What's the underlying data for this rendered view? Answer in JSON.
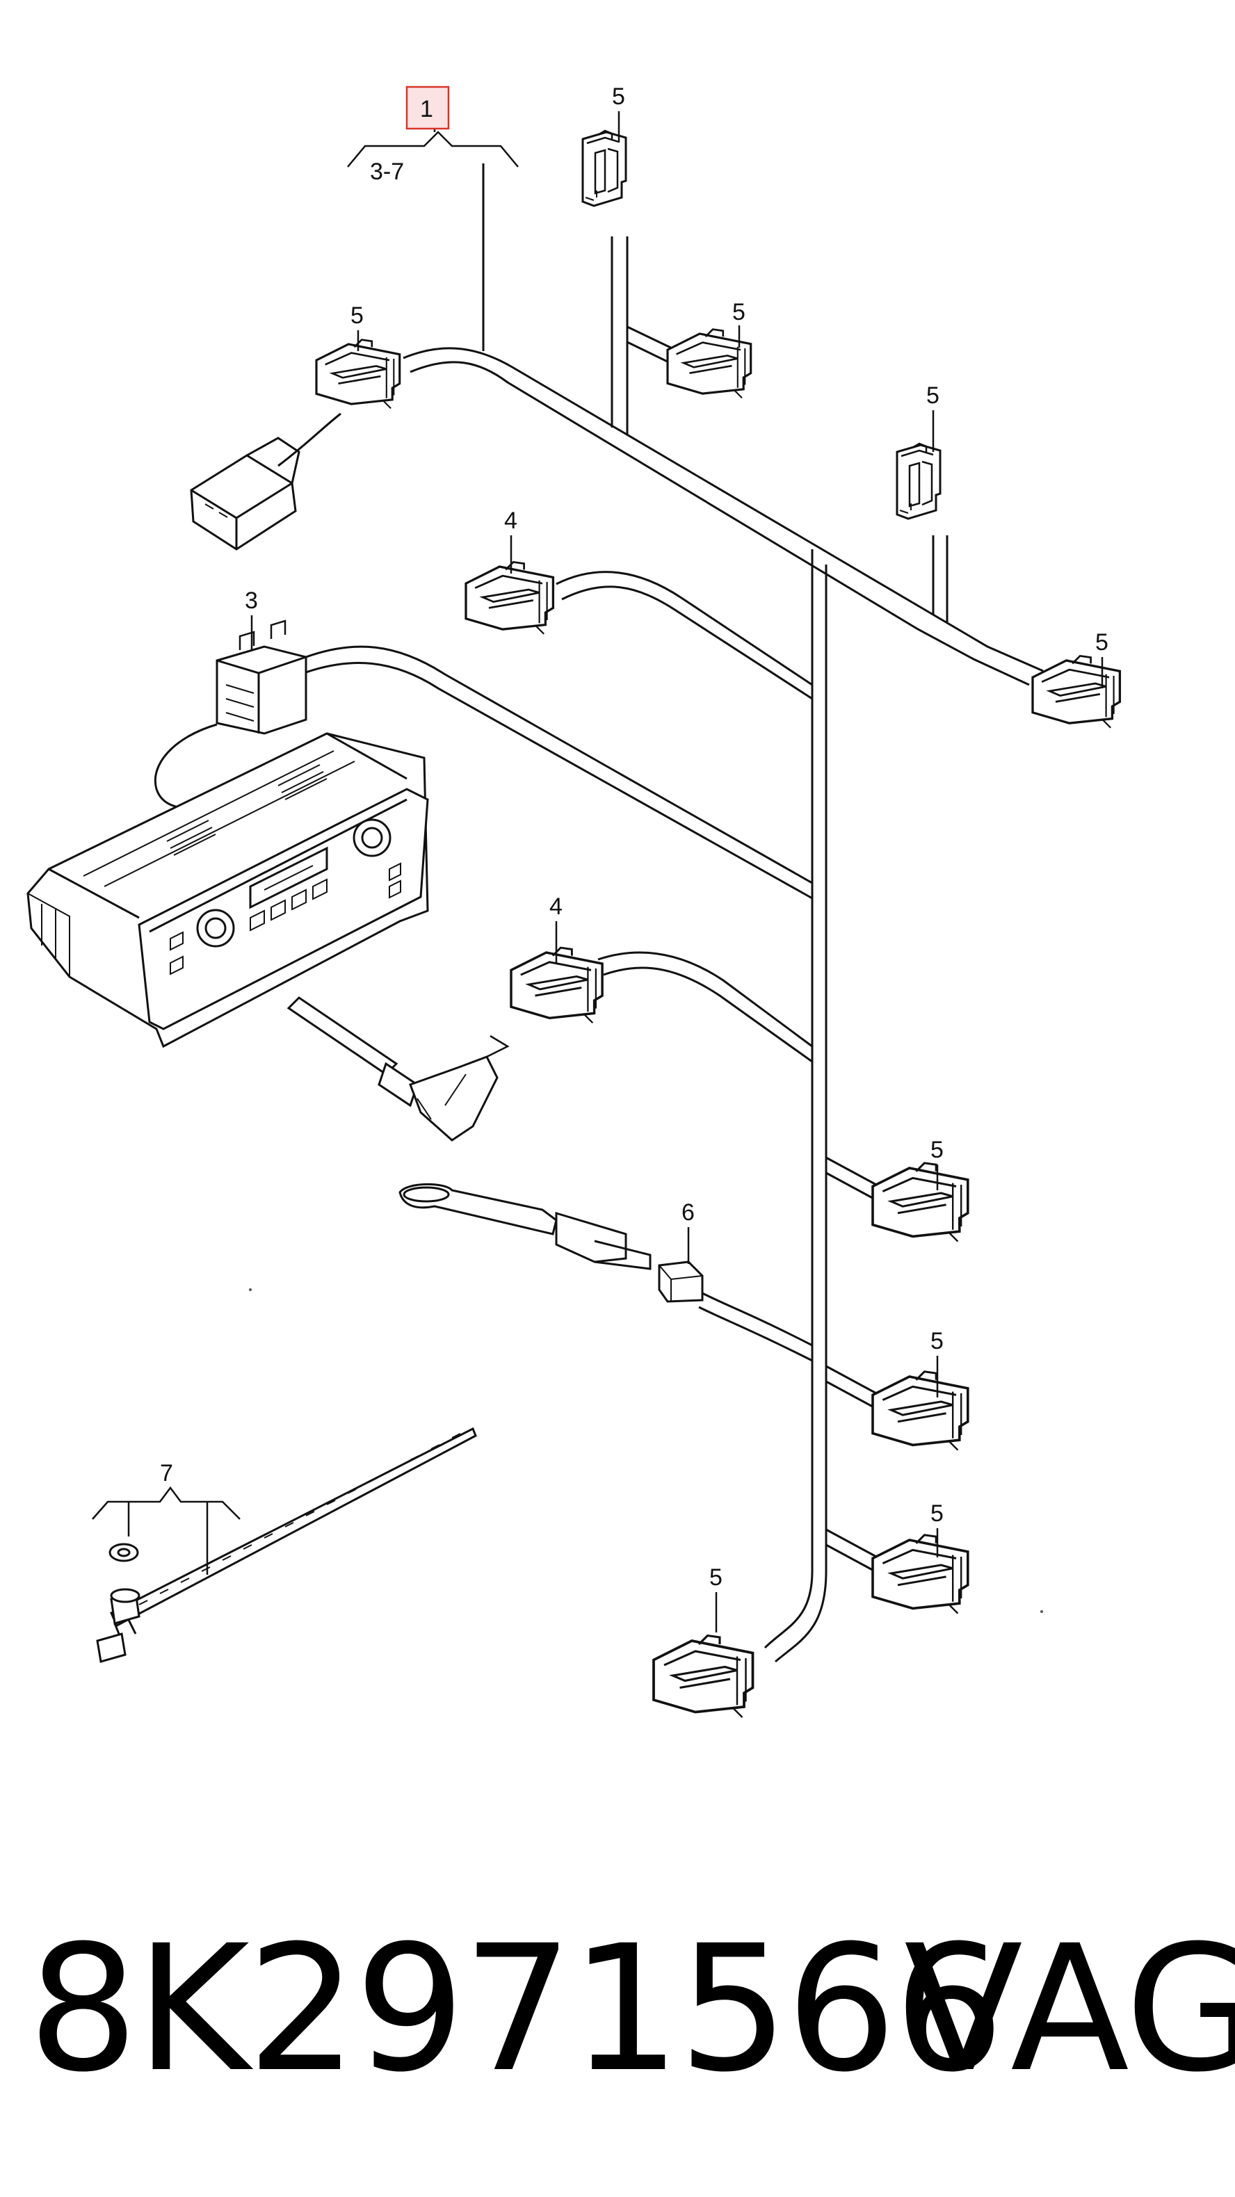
{
  "diagram": {
    "callouts": {
      "main": "1",
      "main_range": "3-7",
      "control_unit": "3",
      "sensor_upper": "4",
      "sensor_lower": "4",
      "sensor_plug": "6",
      "fastener": "7",
      "connector_top": "5",
      "connector_top_right": "5",
      "connector_left": "5",
      "connector_mid_right": "5",
      "connector_far_right": "5",
      "connector_r1": "5",
      "connector_r2": "5",
      "connector_r3": "5",
      "connector_bottom": "5"
    },
    "highlight_color": "#d9342b",
    "highlight_fill": "#fbe3e4"
  },
  "footer": {
    "part_number": "8K2971566",
    "brand": "VAG"
  }
}
